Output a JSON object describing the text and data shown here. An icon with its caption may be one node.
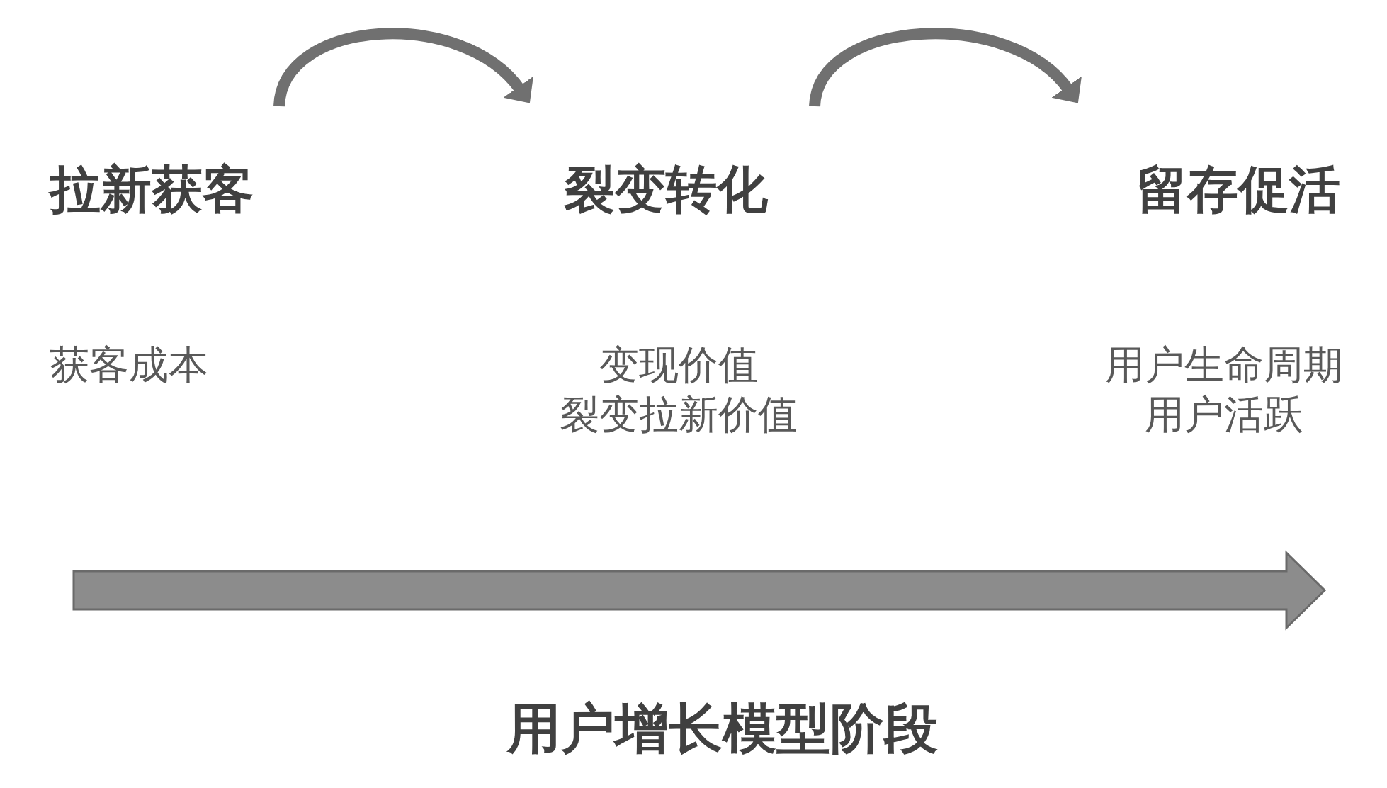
{
  "diagram": {
    "caption": "用户增长模型阶段",
    "nodes": [
      {
        "text": [
          "拉新获客",
          "获客成本"
        ]
      },
      {
        "text": [
          "裂变转化",
          "变现价值",
          "裂变拉新价值"
        ]
      },
      {
        "text": [
          "留存促活",
          "用户生命周期",
          "用户活跃"
        ]
      }
    ],
    "edges": [
      {
        "from": 0,
        "to": 1,
        "arrow": "to"
      },
      {
        "from": 1,
        "to": 2,
        "arrow": "to"
      }
    ]
  }
}
